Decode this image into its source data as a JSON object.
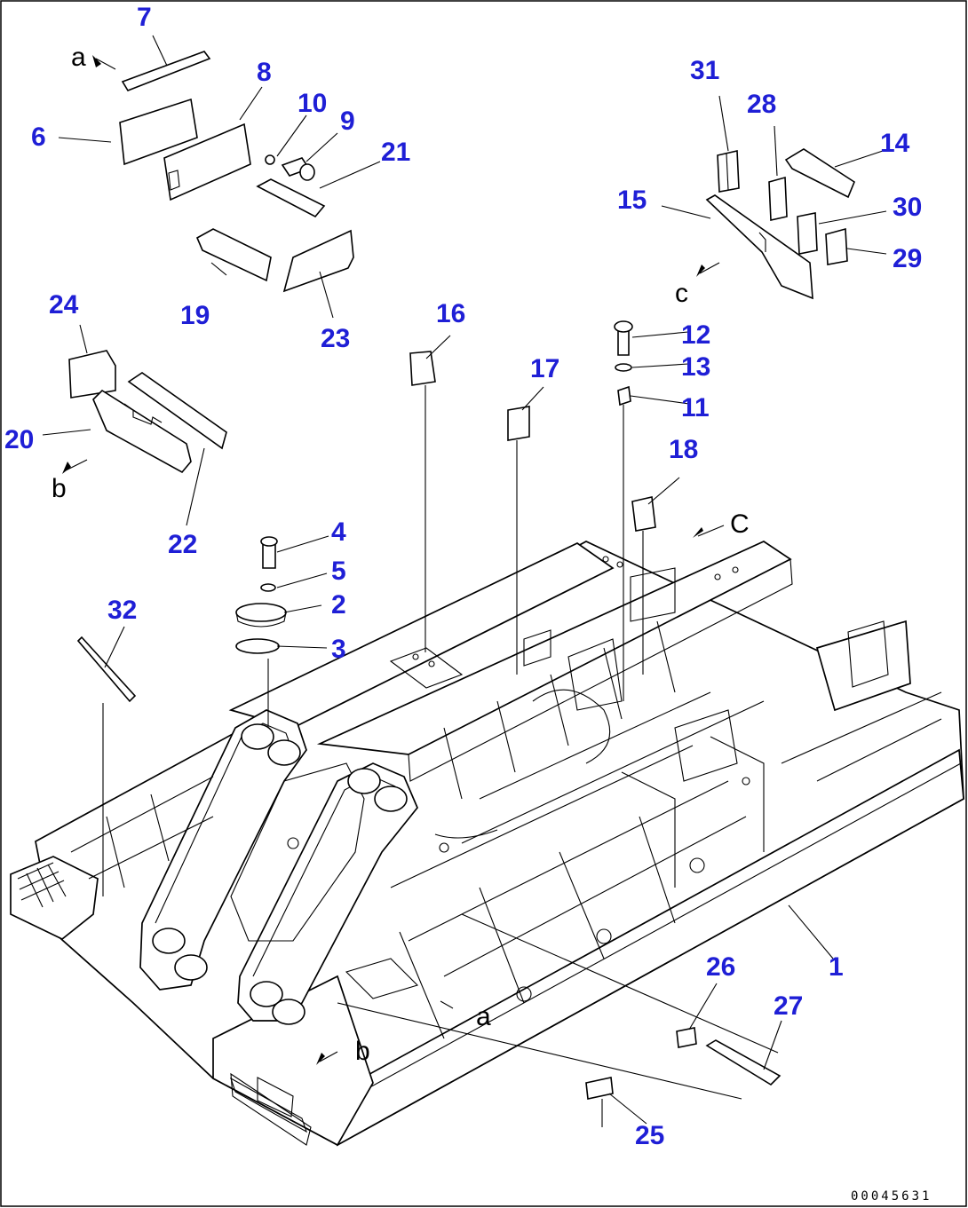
{
  "part_numbers": [
    "1",
    "2",
    "3",
    "4",
    "5",
    "6",
    "7",
    "8",
    "9",
    "10",
    "11",
    "12",
    "13",
    "14",
    "15",
    "16",
    "17",
    "18",
    "19",
    "20",
    "21",
    "22",
    "23",
    "24",
    "25",
    "26",
    "27",
    "28",
    "29",
    "30",
    "31",
    "32"
  ],
  "view_letters": {
    "a_top": "a",
    "b_left": "b",
    "c_right": "c",
    "C_frame": "C",
    "a_frame": "a",
    "b_frame": "b"
  },
  "document_number": "00045631",
  "colors": {
    "callout": "#1f1fd6",
    "line": "#000000",
    "background": "#ffffff"
  }
}
